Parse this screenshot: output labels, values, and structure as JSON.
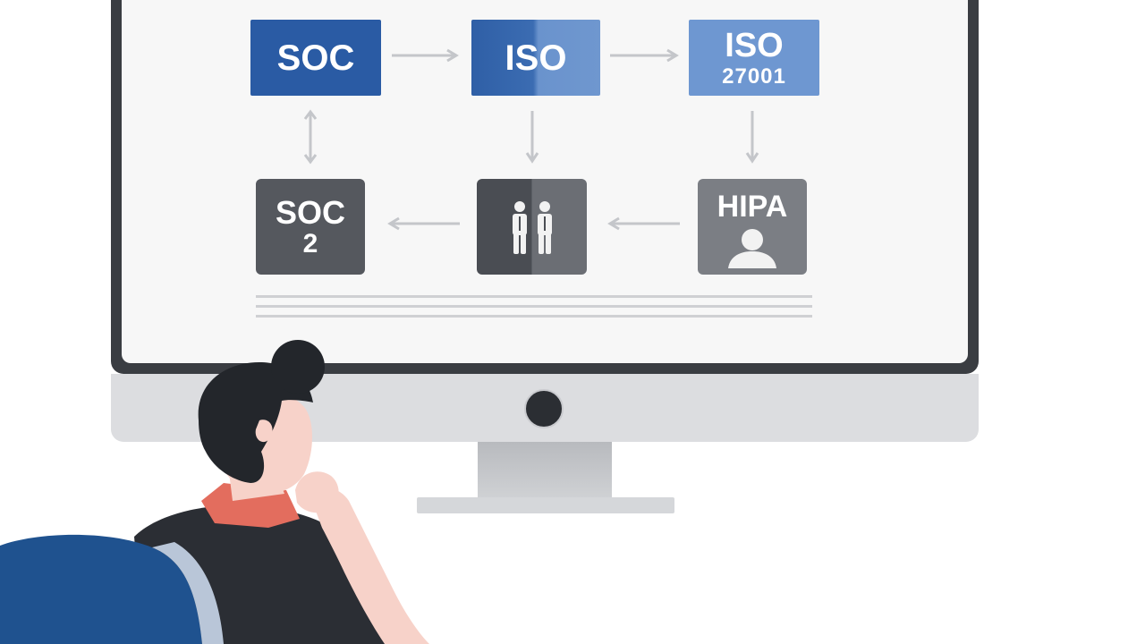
{
  "diagram": {
    "nodes": {
      "soc": {
        "label": "SOC"
      },
      "iso": {
        "label": "ISO"
      },
      "iso27001": {
        "line1": "ISO",
        "line2": "27001"
      },
      "soc2": {
        "line1": "SOC",
        "line2": "2"
      },
      "people": {
        "icon": "two-people-icon"
      },
      "hipa": {
        "label": "HIPA",
        "icon": "user-icon"
      }
    },
    "edges": [
      {
        "from": "soc",
        "to": "iso",
        "style": "arrow"
      },
      {
        "from": "iso",
        "to": "iso27001",
        "style": "arrow"
      },
      {
        "from": "soc",
        "to": "soc2",
        "style": "double-arrow"
      },
      {
        "from": "iso",
        "to": "people",
        "style": "arrow"
      },
      {
        "from": "iso27001",
        "to": "hipa",
        "style": "arrow"
      },
      {
        "from": "hipa",
        "to": "people",
        "style": "arrow"
      },
      {
        "from": "people",
        "to": "soc2",
        "style": "arrow"
      }
    ]
  },
  "colors": {
    "primary_blue": "#2a5ba4",
    "light_blue": "#6e97d1",
    "dark_gray": "#55585e",
    "mid_gray": "#7b7e84",
    "monitor_bezel": "#3a3d42",
    "chair_blue": "#1f528f",
    "shirt": "#2b2e34",
    "hair": "#23262b",
    "skin": "#f7d2c9",
    "collar": "#e36d5e"
  }
}
